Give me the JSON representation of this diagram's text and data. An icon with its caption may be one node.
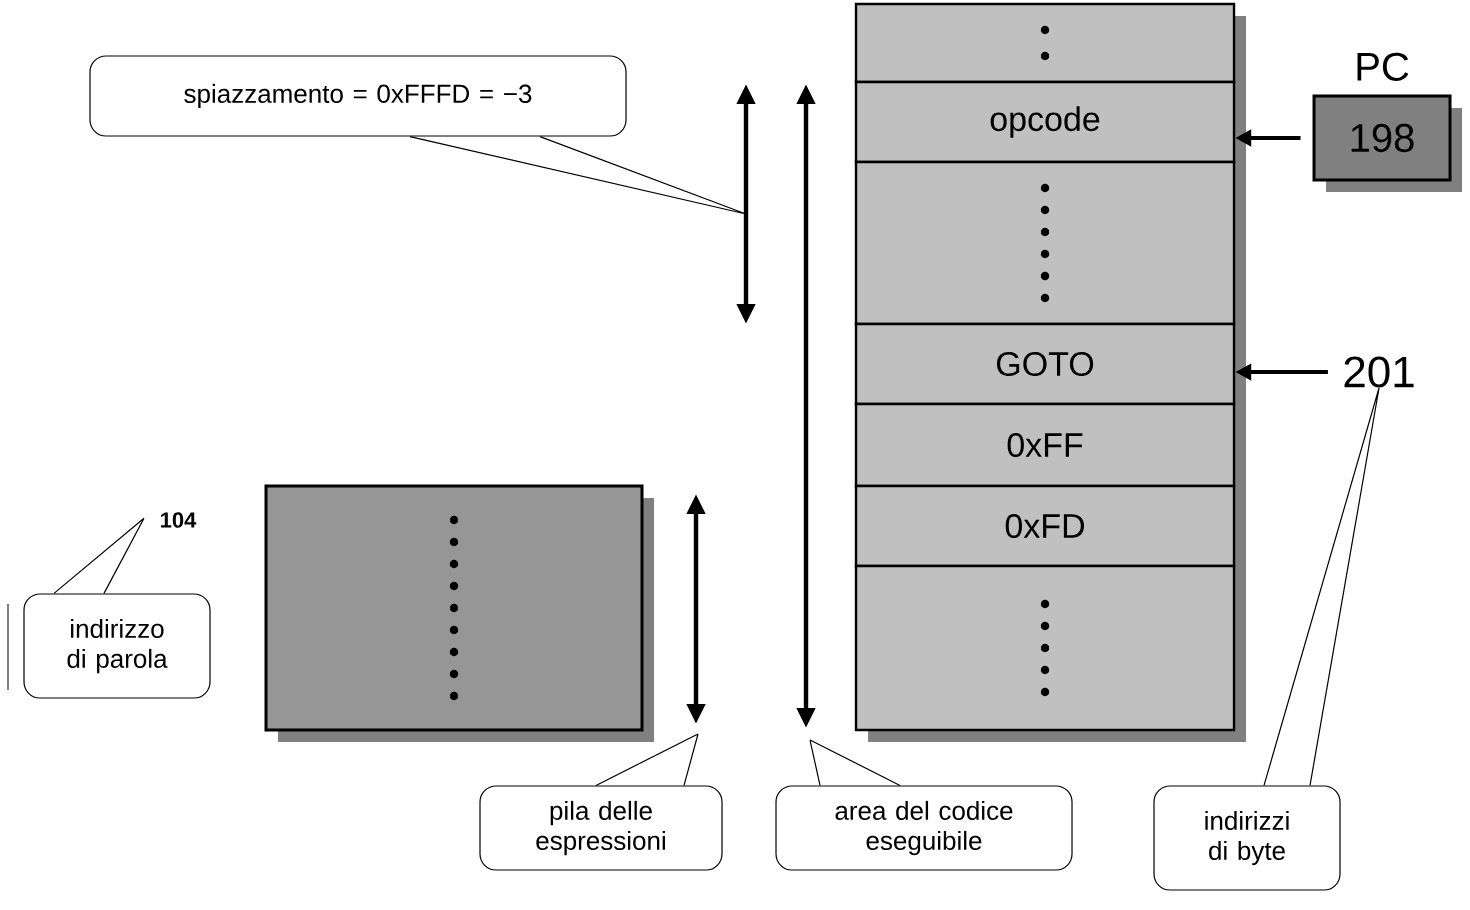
{
  "diagram": {
    "nodes": [
      {
        "text": [],
        "shape": "box"
      },
      {
        "text": [
          "opcode"
        ]
      },
      {
        "text": [],
        "shape": "box"
      },
      {
        "text": [
          "GOTO"
        ]
      },
      {
        "text": [
          "0xFF"
        ]
      },
      {
        "text": [
          "0xFD"
        ]
      },
      {
        "text": [],
        "shape": "box"
      },
      {
        "text": [
          "PC",
          "198"
        ]
      },
      {
        "text": [
          "201"
        ]
      },
      {
        "text": [],
        "shape": "box"
      },
      {
        "text": [
          "104"
        ]
      },
      {
        "text": [
          "spiazzamento = 0xFFFD = −3"
        ]
      },
      {
        "text": [
          "indirizzo di parola"
        ]
      },
      {
        "text": [
          "pila delle espressioni"
        ]
      },
      {
        "text": [
          "area del codice eseguibile"
        ]
      },
      {
        "text": [
          "indirizzi di byte"
        ]
      }
    ],
    "edges": [
      {
        "from": 7,
        "to": 1,
        "arrow": "to"
      },
      {
        "from": 8,
        "to": 3,
        "arrow": "to"
      },
      {
        "from": 11,
        "to": null,
        "arrow": "none"
      },
      {
        "from": 12,
        "to": 10,
        "arrow": "none"
      },
      {
        "from": 13,
        "to": null,
        "arrow": "none"
      },
      {
        "from": 14,
        "to": null,
        "arrow": "none"
      },
      {
        "from": 15,
        "to": 8,
        "arrow": "none"
      }
    ]
  }
}
